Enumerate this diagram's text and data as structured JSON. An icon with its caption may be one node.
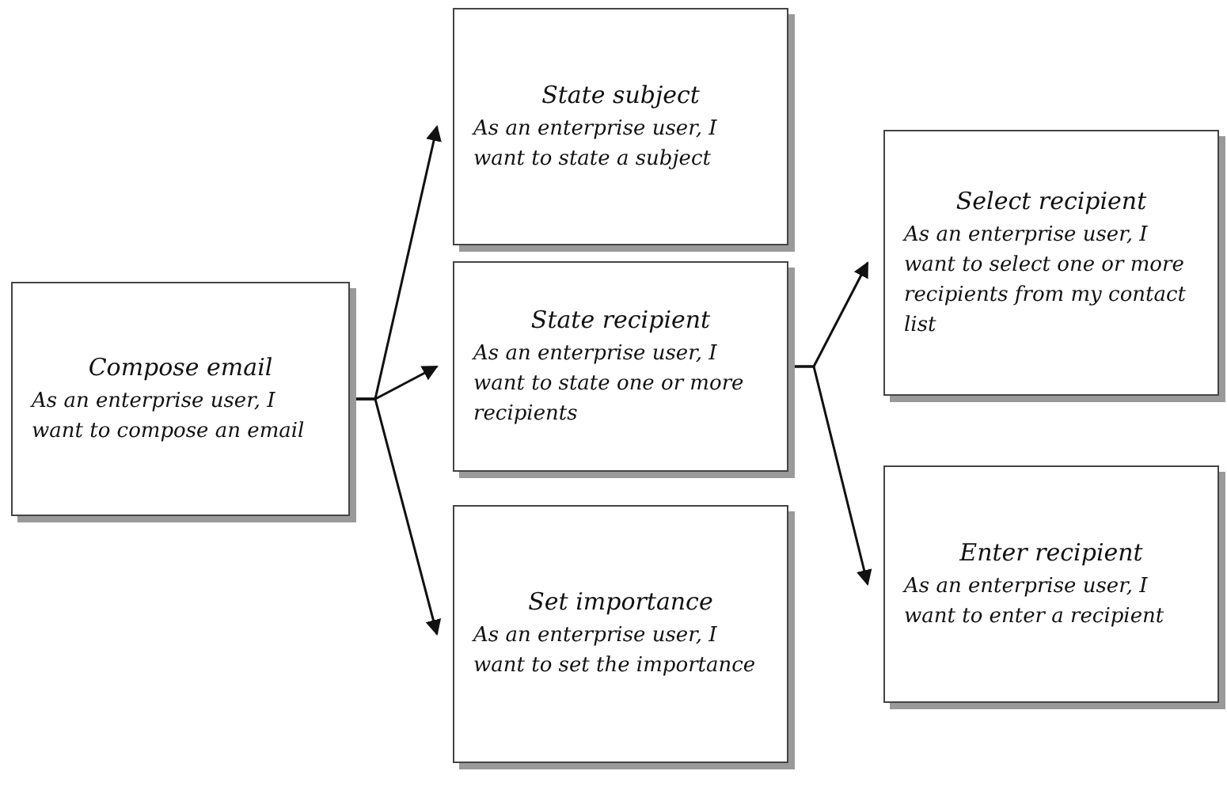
{
  "diagram": {
    "nodes": [
      {
        "text": [
          "Compose email",
          "As an enterprise user, I want to compose an email"
        ]
      },
      {
        "text": [
          "State subject",
          "As an enterprise user, I want to state a subject"
        ]
      },
      {
        "text": [
          "State recipient",
          "As an enterprise user, I want to state one or more recipients"
        ]
      },
      {
        "text": [
          "Set importance",
          "As an enterprise user, I want to set the importance"
        ]
      },
      {
        "text": [
          "Select recipient",
          "As an enterprise user, I want to select one or more recipients from my contact list"
        ]
      },
      {
        "text": [
          "Enter recipient",
          "As an enterprise user, I want to enter a recipient"
        ]
      }
    ],
    "edges": [
      {
        "from": 0,
        "to": 1,
        "arrow": "to"
      },
      {
        "from": 0,
        "to": 2,
        "arrow": "to"
      },
      {
        "from": 0,
        "to": 3,
        "arrow": "to"
      },
      {
        "from": 2,
        "to": 4,
        "arrow": "to"
      },
      {
        "from": 2,
        "to": 5,
        "arrow": "to"
      }
    ]
  }
}
